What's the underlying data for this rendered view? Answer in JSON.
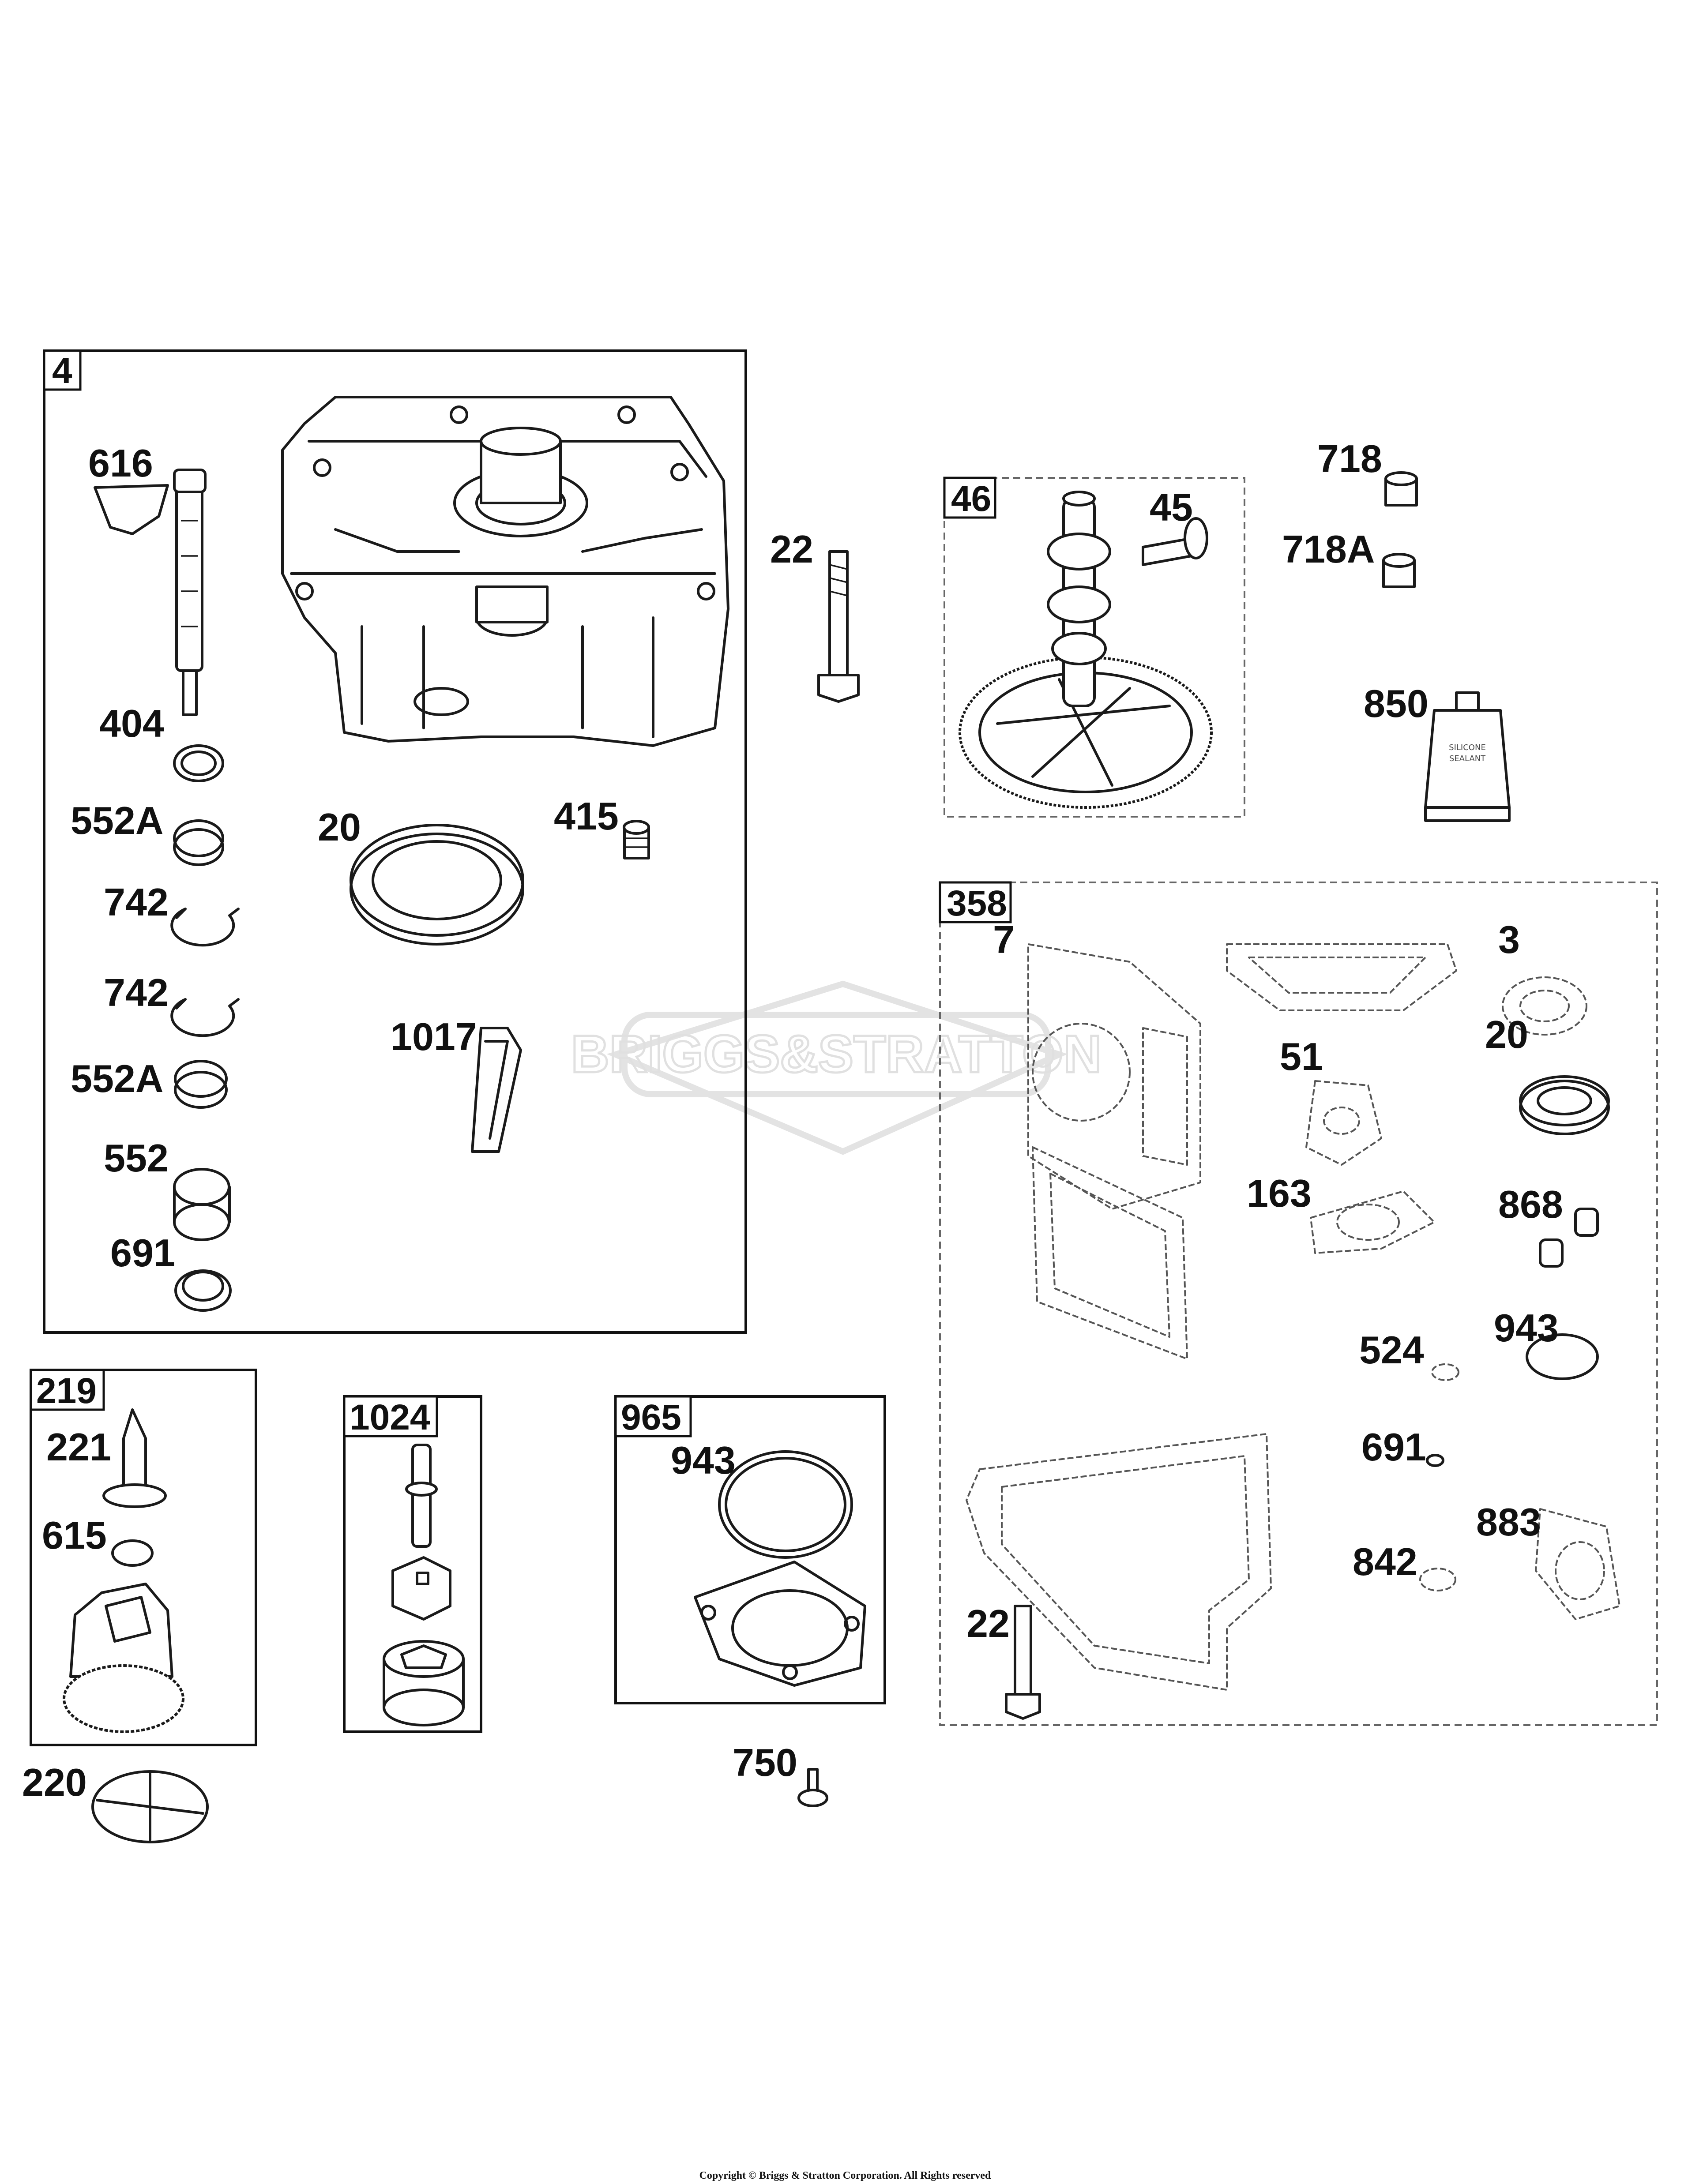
{
  "watermark": "BRIGGS&STRATTON",
  "copyright": "Copyright © Briggs & Stratton Corporation. All Rights reserved",
  "tube_text": [
    "SILICONE",
    "SEALANT"
  ],
  "groups": {
    "g4": "4",
    "g46": "46",
    "g358": "358",
    "g219": "219",
    "g1024": "1024",
    "g965": "965"
  },
  "callouts": {
    "c616": "616",
    "c404": "404",
    "c552a_1": "552A",
    "c742_1": "742",
    "c742_2": "742",
    "c552a_2": "552A",
    "c552": "552",
    "c691_1": "691",
    "c20_1": "20",
    "c415": "415",
    "c1017": "1017",
    "c22_1": "22",
    "c45": "45",
    "c718": "718",
    "c718a": "718A",
    "c850": "850",
    "c7": "7",
    "c3": "3",
    "c51": "51",
    "c20_2": "20",
    "c163": "163",
    "c868": "868",
    "c524": "524",
    "c943_1": "943",
    "c691_2": "691",
    "c883": "883",
    "c842": "842",
    "c22_2": "22",
    "c221": "221",
    "c615": "615",
    "c220": "220",
    "c943_2": "943",
    "c750": "750"
  }
}
